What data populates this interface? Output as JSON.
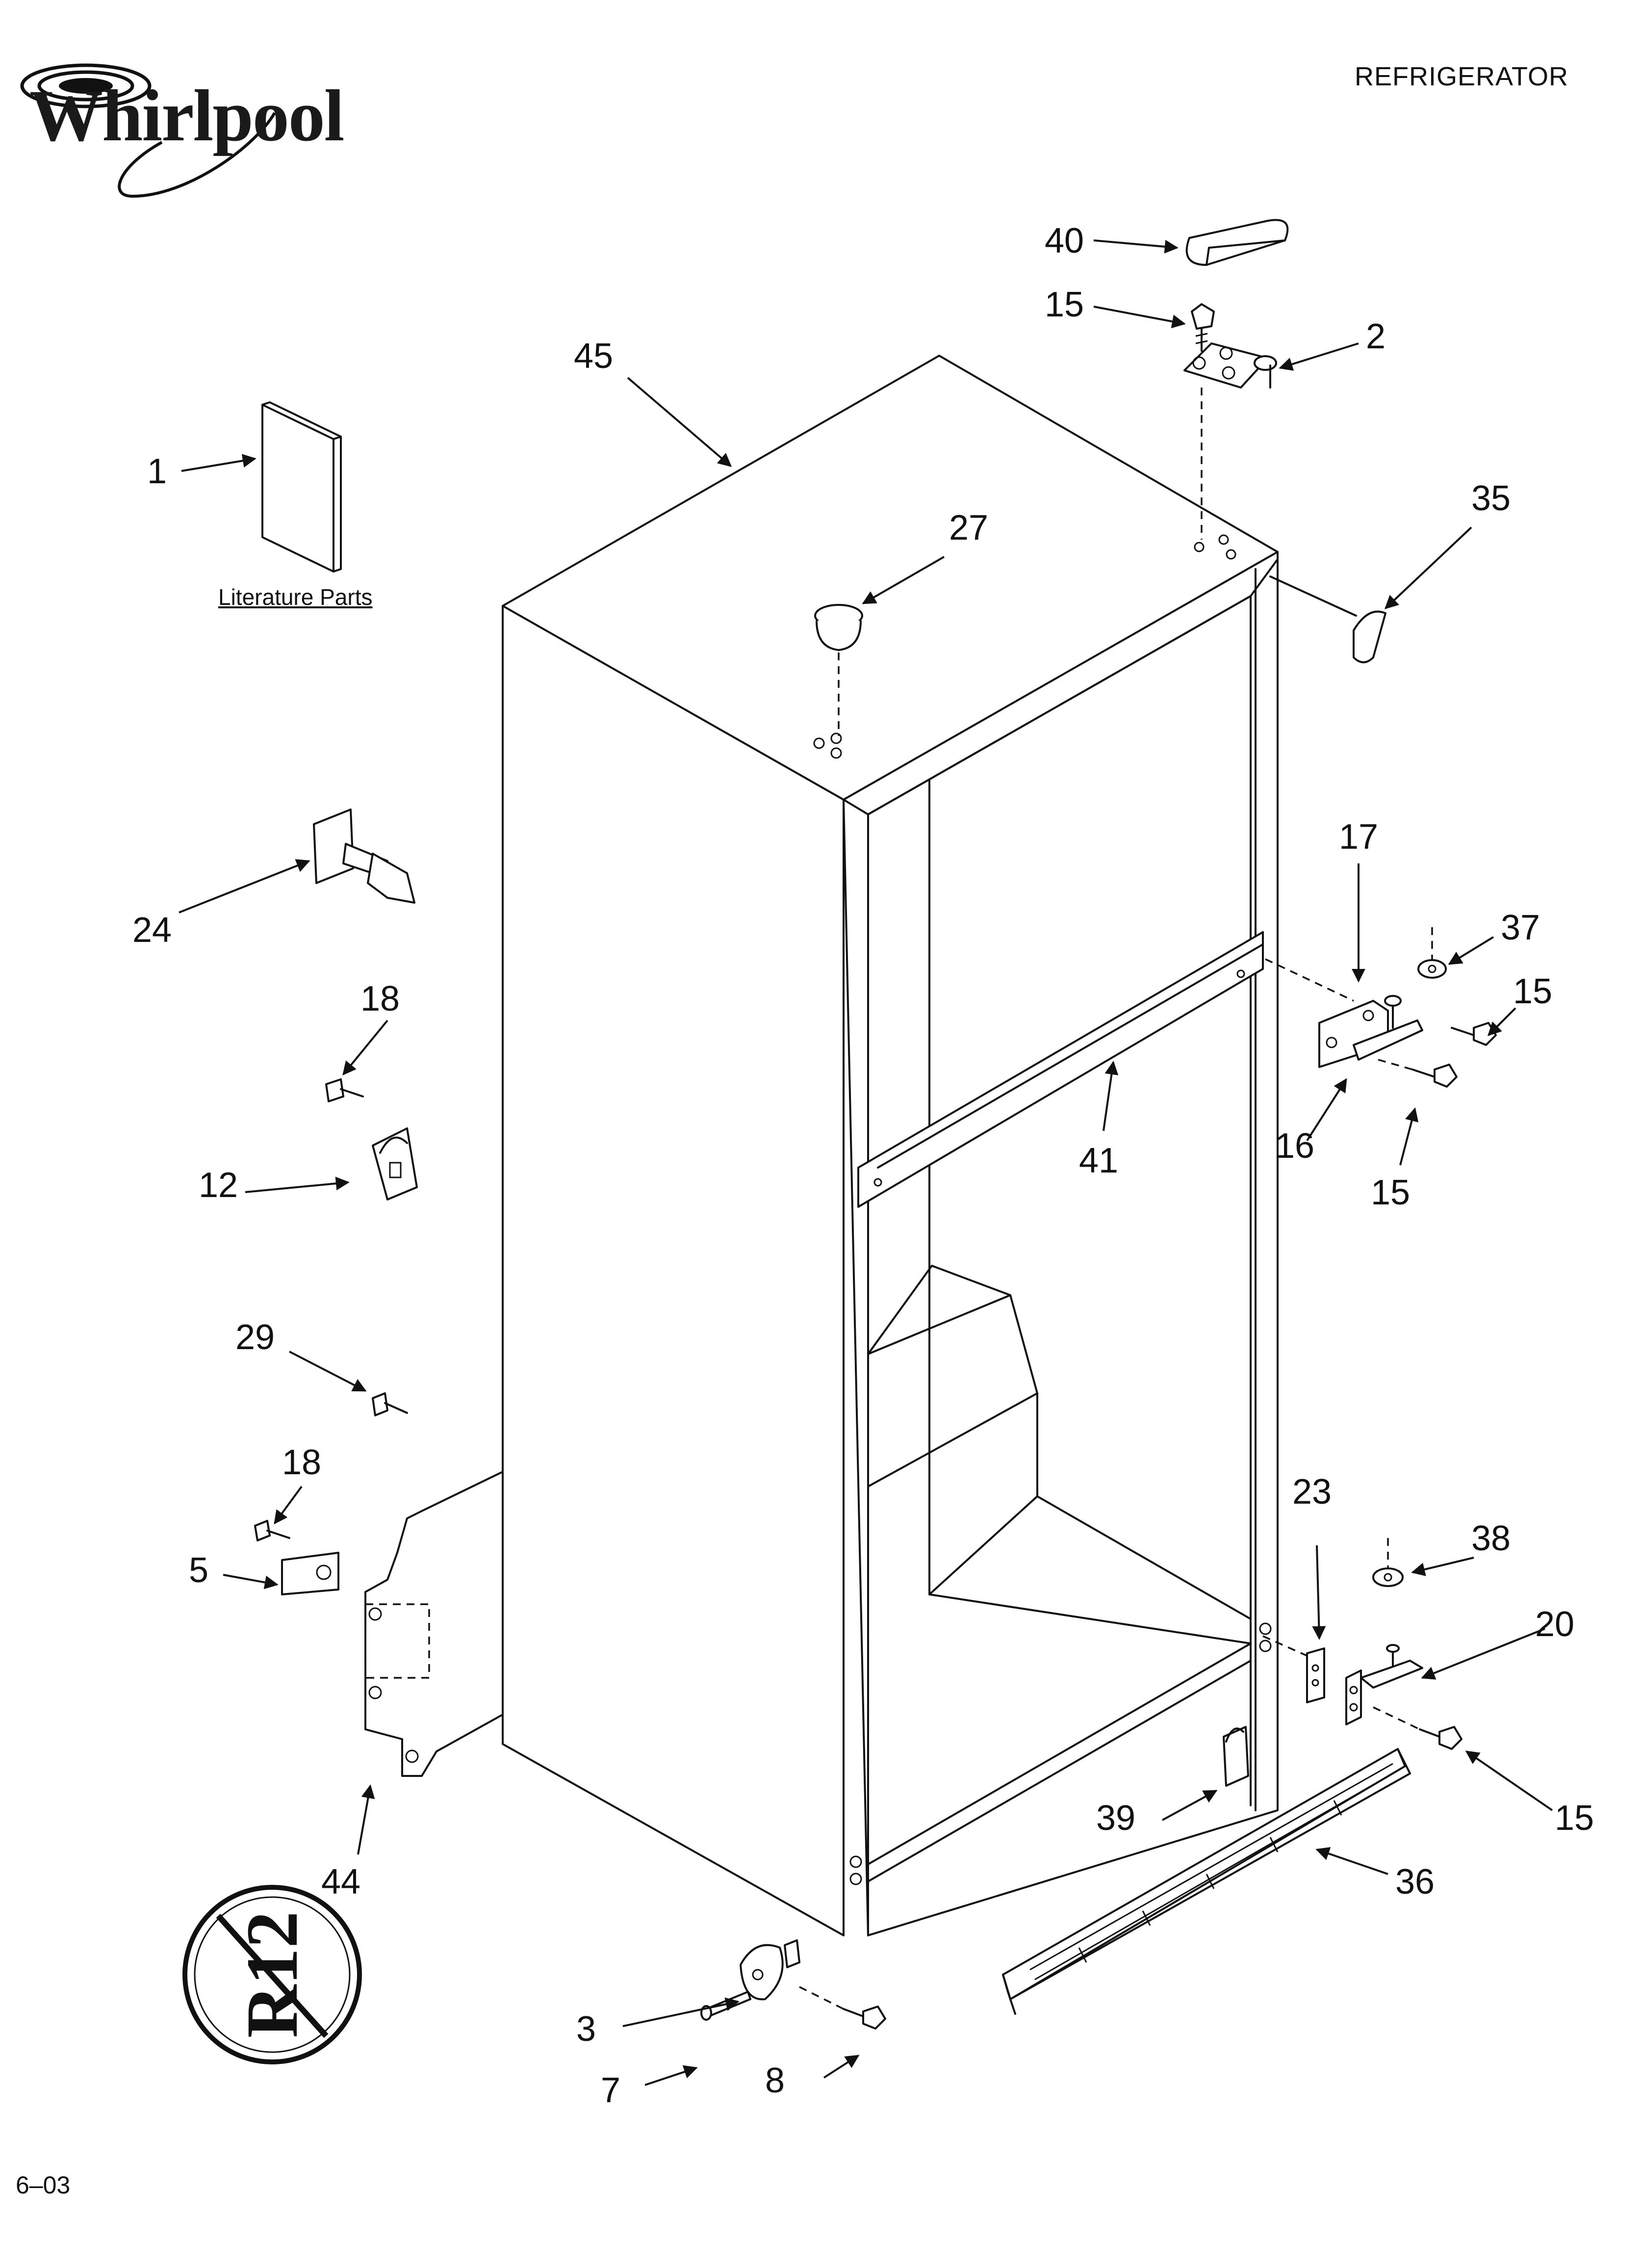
{
  "header": {
    "brand": "Whirlpool",
    "document_title": "REFRIGERATOR"
  },
  "literature": {
    "label": "Literature Parts"
  },
  "footer": {
    "code": "6–03"
  },
  "badge": {
    "text": "R12"
  },
  "callouts": {
    "c40": "40",
    "c15_top": "15",
    "c2": "2",
    "c45": "45",
    "c1": "1",
    "c35": "35",
    "c27": "27",
    "c17": "17",
    "c24": "24",
    "c37": "37",
    "c15_hingeA": "15",
    "c18_upper": "18",
    "c12": "12",
    "c41": "41",
    "c16": "16",
    "c15_hingeB": "15",
    "c29": "29",
    "c23": "23",
    "c18_lower": "18",
    "c38": "38",
    "c5": "5",
    "c20": "20",
    "c15_bottom": "15",
    "c44": "44",
    "c39": "39",
    "c36": "36",
    "c3": "3",
    "c7": "7",
    "c8": "8"
  }
}
